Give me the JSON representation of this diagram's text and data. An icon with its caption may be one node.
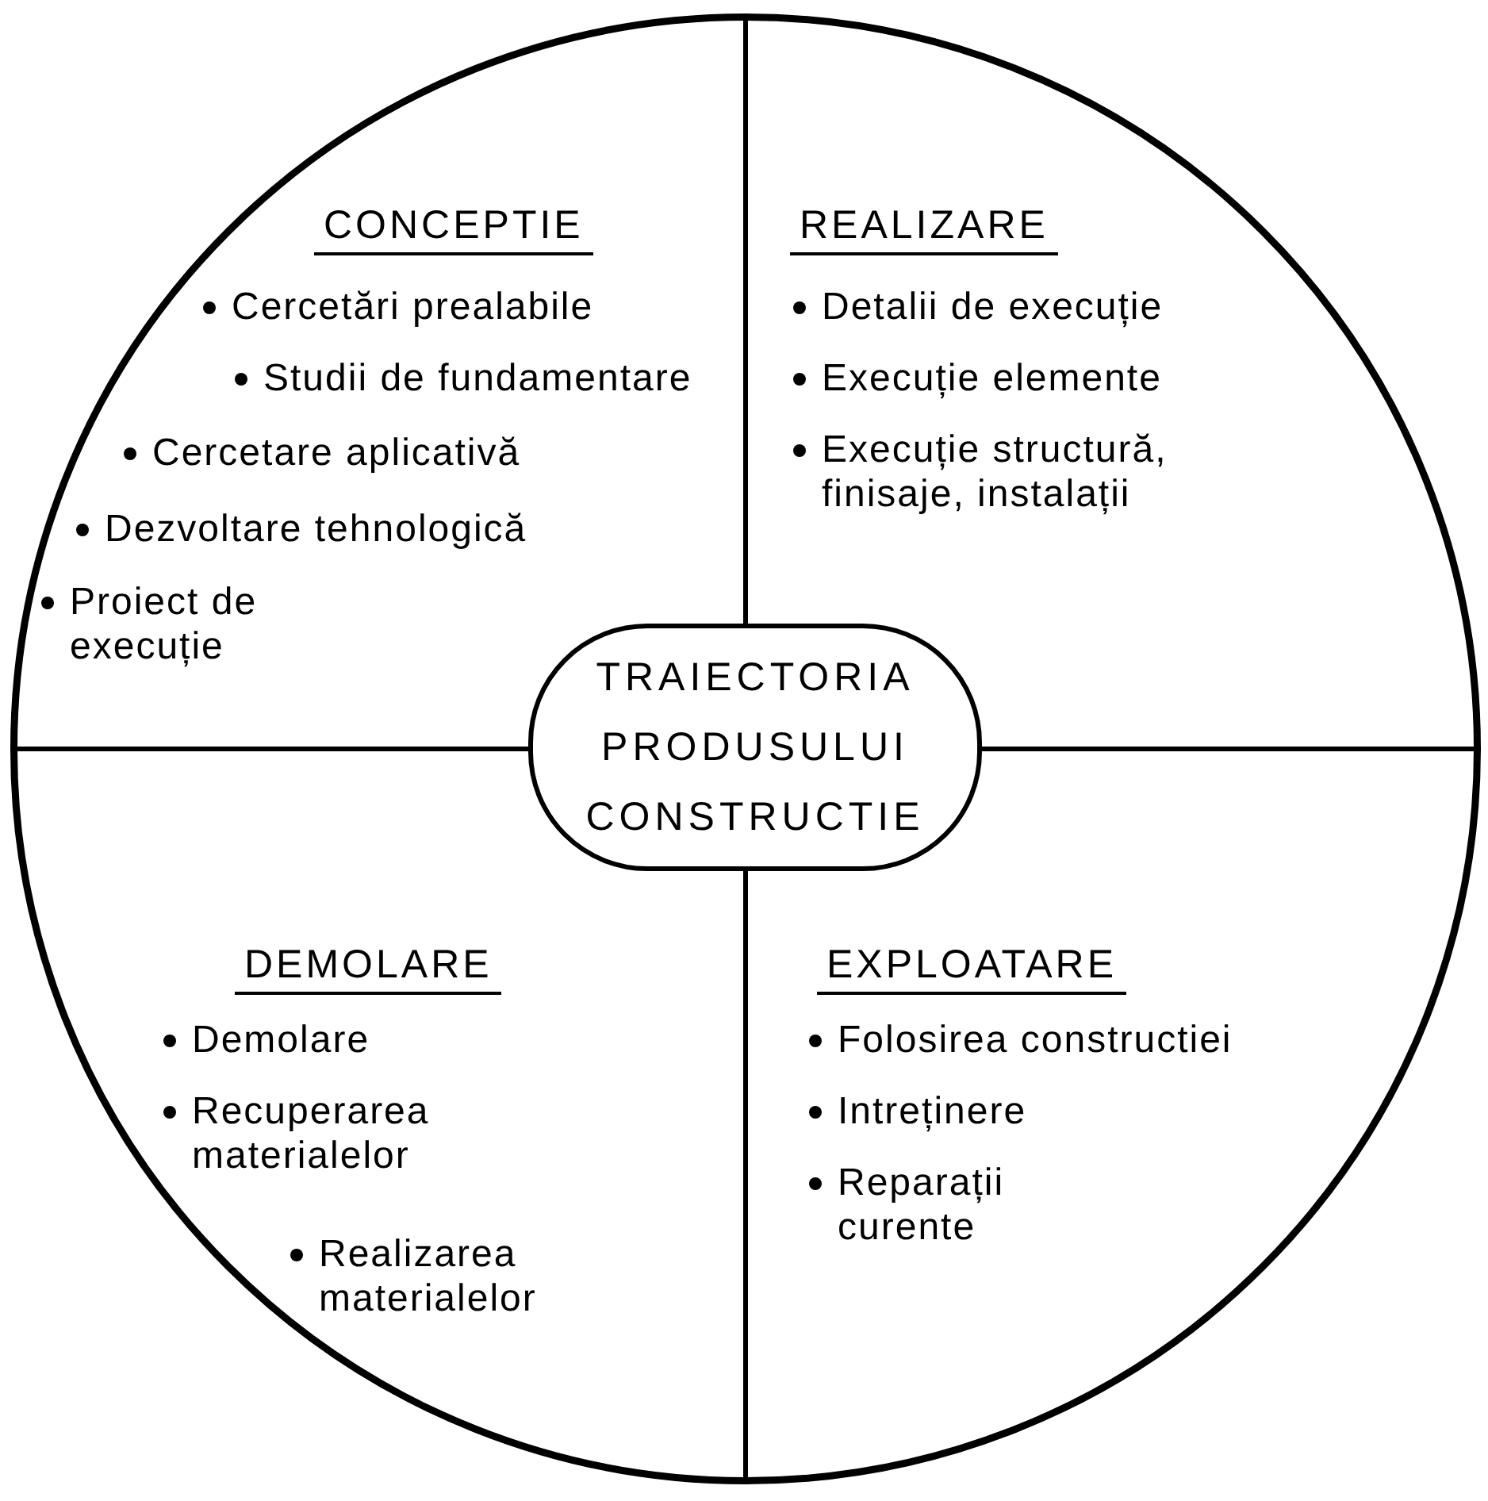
{
  "diagram": {
    "nodes": [
      {
        "text": [],
        "shape": "circle"
      },
      {
        "text": [
          "CONCEPTIE",
          "Cercetări prealabile",
          "Studii de fundamentare",
          "Cercetare aplicativă",
          "Dezvoltare tehnologică",
          "Proiect de execuție"
        ],
        "in": 0
      },
      {
        "text": [
          "REALIZARE",
          "Detalii de execuție",
          "Execuție elemente",
          "Execuție structură, finisaje, instalații"
        ],
        "in": 0
      },
      {
        "text": [
          "DEMOLARE",
          "Demolare",
          "Recuperarea materialelor",
          "Realizarea materialelor"
        ],
        "in": 0
      },
      {
        "text": [
          "EXPLOATARE",
          "Folosirea constructiei",
          "Intreținere",
          "Reparații curente"
        ],
        "in": 0
      },
      {
        "text": [
          "TRAIECTORIA PRODUSULUI CONSTRUCTIE"
        ],
        "in": 0
      }
    ],
    "edges": []
  }
}
